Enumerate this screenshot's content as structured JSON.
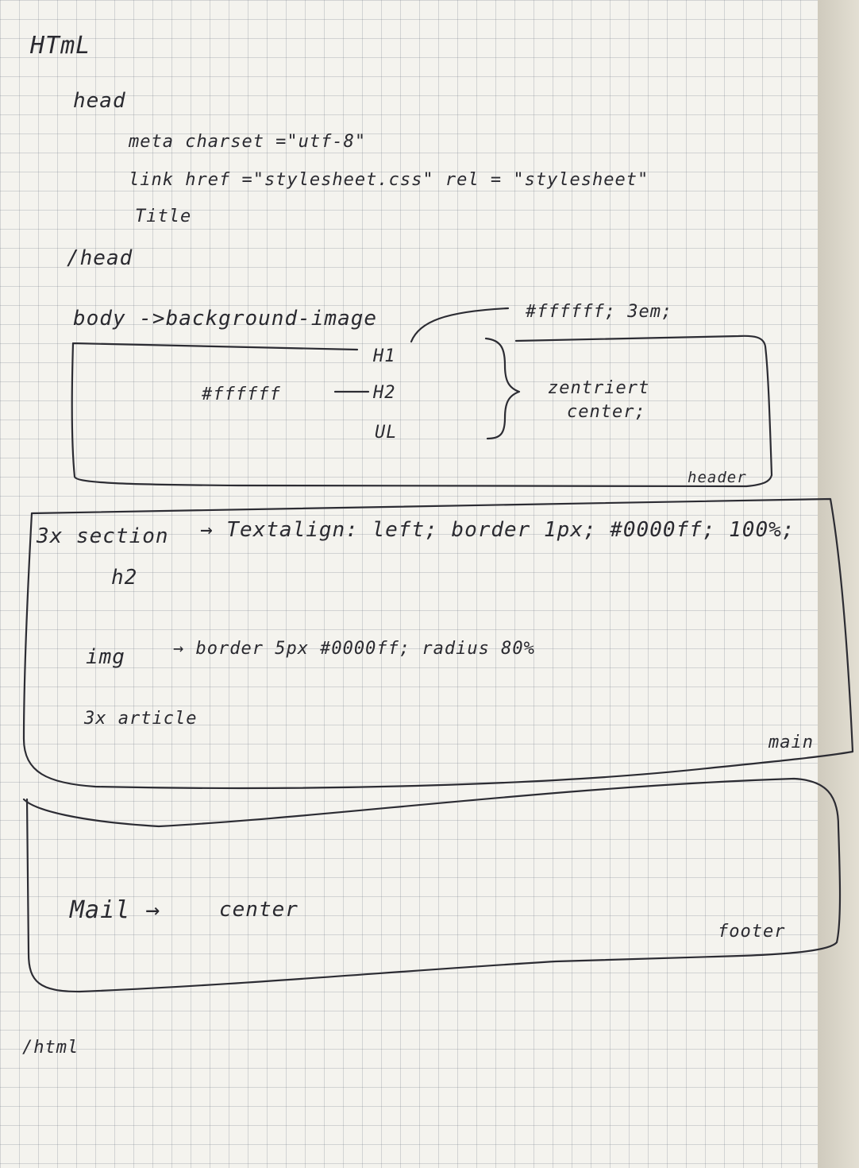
{
  "notes": {
    "html_open": "HTmL",
    "head_open": "head",
    "meta": "meta charset =\"utf-8\"",
    "link": "link href =\"stylesheet.css\" rel = \"stylesheet\"",
    "title": "Title",
    "head_close": "/head",
    "body": "body ->background-image",
    "header_color": "#ffffff; 3em;",
    "h1": "H1",
    "h2_color": "#ffffff",
    "h2": "H2",
    "ul": "UL",
    "centered_de": "zentriert",
    "centered_css": "center;",
    "header_label": "header",
    "section": "3x section",
    "section_style": "→ Textalign: left; border 1px; #0000ff; 100%;",
    "section_h2": "h2",
    "img": "img",
    "img_style": "→ border 5px #0000ff; radius 80%",
    "article": "3x article",
    "main_label": "main",
    "mail": "Mail →",
    "mail_center": "center",
    "footer_label": "footer",
    "html_close": "/html"
  }
}
